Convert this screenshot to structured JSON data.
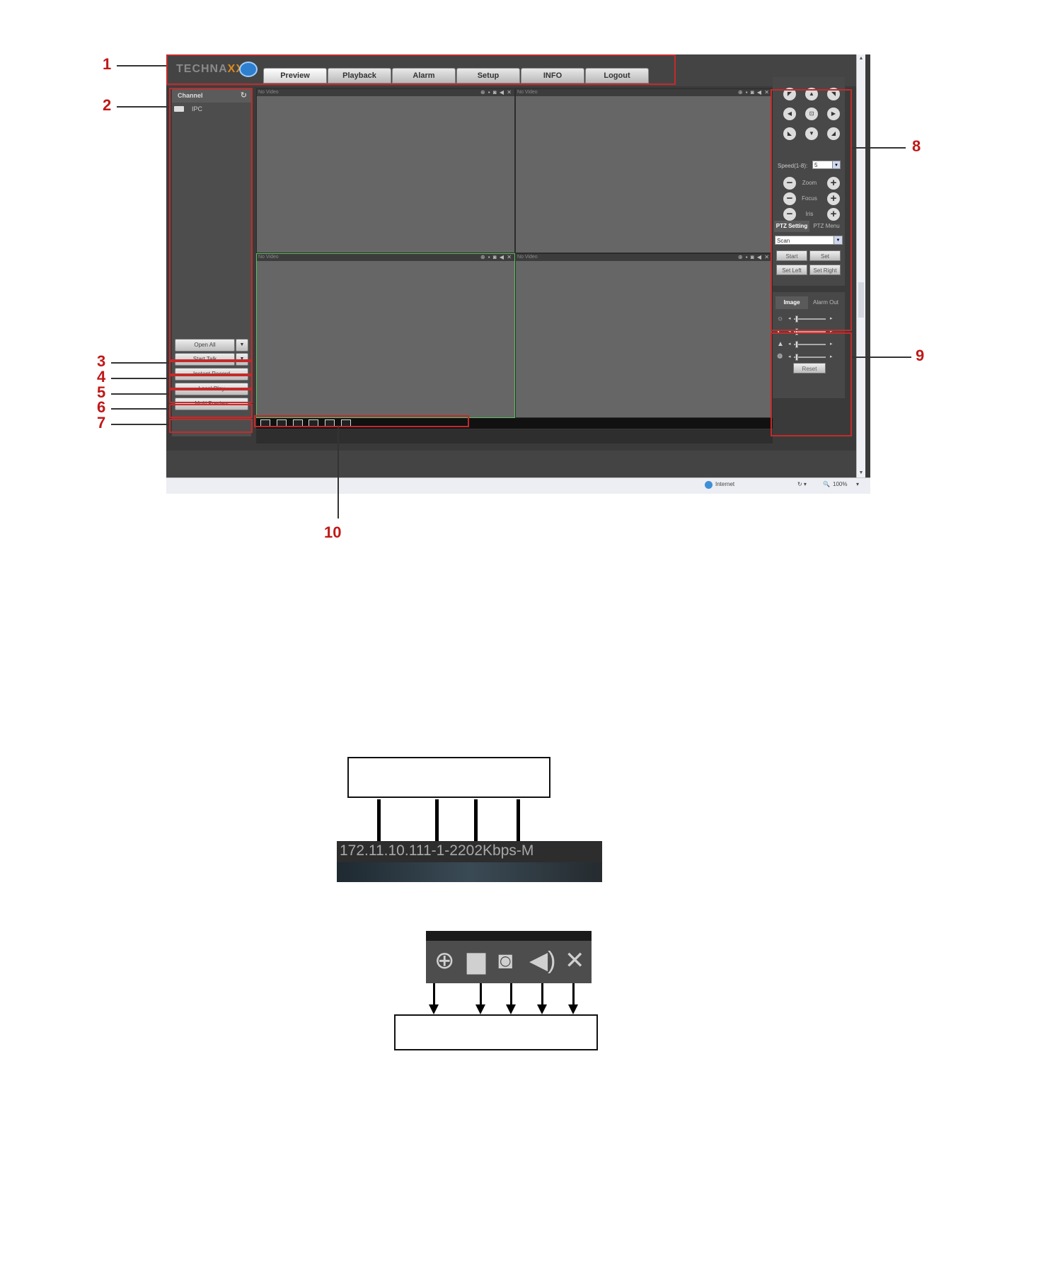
{
  "window": {
    "logo": {
      "text_gray": "TECHNA",
      "text_orange": "XX"
    },
    "nav_tabs": [
      "Preview",
      "Playback",
      "Alarm",
      "Setup",
      "INFO",
      "Logout"
    ],
    "channel_panel": {
      "header": "Channel",
      "refresh_glyph": "↻",
      "items": [
        {
          "label": "IPC"
        }
      ]
    },
    "left_buttons": {
      "open_all": "Open All",
      "start_talk": "Start Talk",
      "instant_record": "Instant Record",
      "local_play": "Local Play",
      "multi_preview": "Multi Preview",
      "dropdown_glyph": "▼"
    },
    "video_windows": [
      {
        "title": "No Video",
        "selected": false
      },
      {
        "title": "No Video",
        "selected": false
      },
      {
        "title": "No Video",
        "selected": true
      },
      {
        "title": "No Video",
        "selected": false
      }
    ],
    "video_icons_glyphs": "⊕ ▪ ◙ ◀ ✕",
    "ptz": {
      "direction_glyphs": [
        "◤",
        "▲",
        "◥",
        "◀",
        "⊡",
        "▶",
        "◣",
        "▼",
        "◢"
      ],
      "speed_label": "Speed(1-8):",
      "speed_value": "5",
      "minus_glyph": "−",
      "plus_glyph": "+",
      "controls": [
        "Zoom",
        "Focus",
        "Iris"
      ],
      "tabs": [
        "PTZ Setting",
        "PTZ Menu"
      ],
      "mode_select": "Scan",
      "buttons": [
        "Start",
        "Set",
        "Set Left",
        "Set Right"
      ],
      "select_arrow_glyph": "▼"
    },
    "image_panel": {
      "tabs": [
        "Image",
        "Alarm Out"
      ],
      "slider_icons": [
        "☼",
        "◐",
        "▲",
        "❁"
      ],
      "slider_values": [
        0.05,
        0.05,
        0.05,
        0.05
      ],
      "left_arrow_glyph": "◂",
      "right_arrow_glyph": "▸",
      "reset": "Reset"
    },
    "scroll_glyphs": {
      "up": "▲",
      "down": "▼"
    },
    "statusbar": {
      "zone": "Internet",
      "security_glyph": "↻ ▾",
      "zoom": "100%",
      "zoom_glyph": "🔍",
      "zoom_arrow": "▾"
    }
  },
  "callouts": [
    "1",
    "2",
    "3",
    "4",
    "5",
    "6",
    "7",
    "8",
    "9",
    "10"
  ],
  "channel_title_example": "172.11.10.111-1-2202Kbps-M",
  "video_toolbar_icons": {
    "zoom": "⊕",
    "record": "▆",
    "snapshot": "◙",
    "audio": "◀)",
    "close": "✕"
  },
  "colors": {
    "app_background": "#3a3a3a",
    "callout_red": "#c52a2a",
    "logo_orange": "#e08a1a",
    "selected_video_border": "#5dbf5d"
  }
}
